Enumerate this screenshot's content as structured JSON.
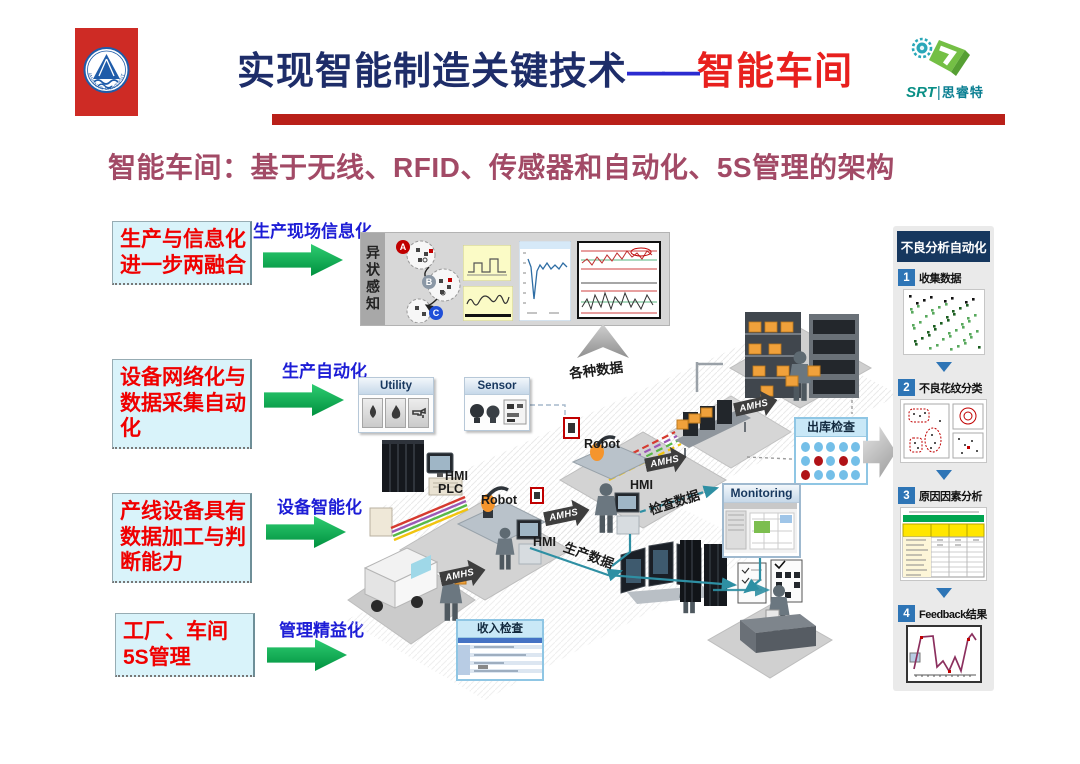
{
  "header": {
    "title_main": "实现智能制造关键技术",
    "title_dash": "——",
    "title_accent": "智能车间",
    "university_name_en": "JIANGNAN UNIVERSITY",
    "srt_brand": "SRT",
    "srt_separator": "|",
    "srt_name": "思睿特"
  },
  "subtitle": "智能车间：基于无线、RFID、传感器和自动化、5S管理的架构",
  "left_items": [
    {
      "box": "生产与信息化\n进一步两融合",
      "arrow_label": "生产现场信息化"
    },
    {
      "box": "设备网络化与\n数据采集自动\n化",
      "arrow_label": "生产自动化"
    },
    {
      "box": "产线设备具有\n数据加工与判\n断能力",
      "arrow_label": "设备智能化"
    },
    {
      "box": "工厂、车间\n5S管理",
      "arrow_label": "管理精益化"
    }
  ],
  "diagram": {
    "sensing_label": "异状感知",
    "cluster_a": "A",
    "cluster_b": "B",
    "cluster_c": "C",
    "various_data_label": "各种数据",
    "utility_label": "Utility",
    "sensor_label": "Sensor",
    "labels": {
      "hmi": "HMI",
      "plc": "PLC",
      "robot": "Robot",
      "amhs": "AMHS"
    },
    "inspection_data_label": "检查数据",
    "production_data_label": "生产数据",
    "outgoing_check_label": "出库检查",
    "outgoing_dots": [
      "bbbbb",
      "brbrb",
      "rbbbb"
    ],
    "monitoring_label": "Monitoring",
    "incoming_check_label": "收入检查"
  },
  "right_panel": {
    "title": "不良分析自动化",
    "steps": [
      {
        "num": "1",
        "label": "收集数据"
      },
      {
        "num": "2",
        "label": "不良花纹分类"
      },
      {
        "num": "3",
        "label": "原因因素分析"
      },
      {
        "num": "4",
        "label": "Feedback结果"
      }
    ]
  },
  "colors": {
    "title_blue": "#1E2D69",
    "title_red": "#E8201E",
    "divider_red": "#B92019",
    "subtitle_maroon": "#A24A66",
    "box_bg": "#D9F3FA",
    "box_text_red": "#F00000",
    "arrow_green": "#00A14B",
    "arrow_label_blue": "#1D1DD6",
    "panel_navy": "#16375E",
    "step_blue": "#2E75B6",
    "teal_line": "#2E8FA3",
    "orange_box": "#F0A13B",
    "dot_blue": "#74BFE8",
    "dot_red": "#B01217"
  }
}
